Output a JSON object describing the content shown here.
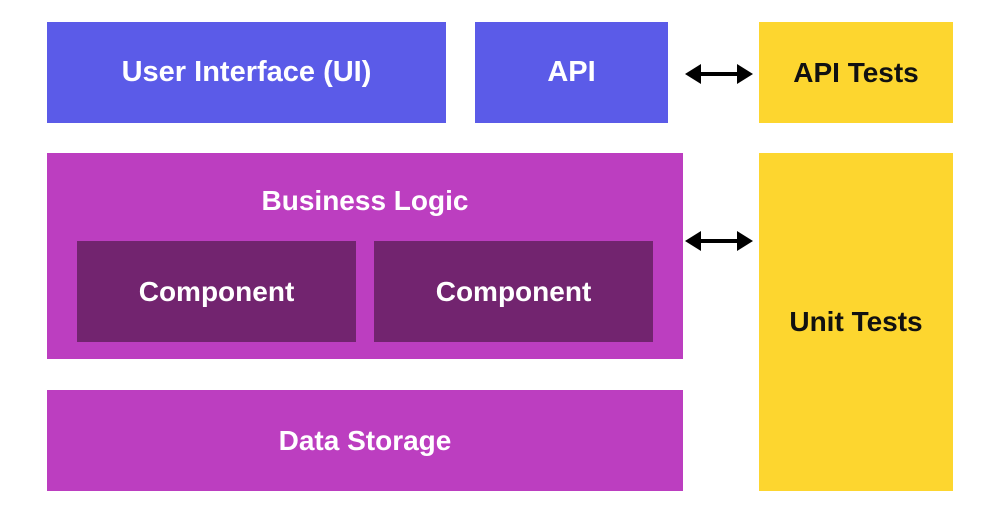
{
  "blocks": {
    "ui": "User Interface (UI)",
    "api": "API",
    "api_tests": "API Tests",
    "business_logic": "Business Logic",
    "component_1": "Component",
    "component_2": "Component",
    "data_storage": "Data Storage",
    "unit_tests": "Unit Tests"
  },
  "colors": {
    "ui_layer": "#5b5be8",
    "logic_layer": "#bc3ec0",
    "component": "#72246f",
    "tests": "#fdd62f",
    "arrow": "#000000"
  },
  "icons": [
    "double-headed-arrow-icon",
    "double-headed-arrow-icon"
  ]
}
